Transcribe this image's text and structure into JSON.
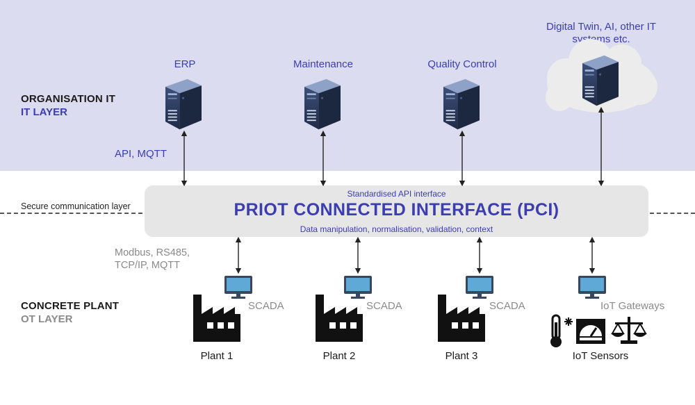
{
  "it_layer": {
    "title": "ORGANISATION IT",
    "subtitle": "IT LAYER",
    "protocols": "API, MQTT",
    "systems": [
      {
        "label": "ERP",
        "icon": "server-icon"
      },
      {
        "label": "Maintenance",
        "icon": "server-icon"
      },
      {
        "label": "Quality Control",
        "icon": "server-icon"
      },
      {
        "label_line1": "Digital Twin, AI, other IT",
        "label_line2": "systems etc.",
        "icon": "cloud-server-icon"
      }
    ]
  },
  "communication": {
    "secure_label": "Secure communication layer"
  },
  "pci": {
    "top_text": "Standardised API interface",
    "title": "PRIOT CONNECTED INTERFACE (PCI)",
    "bottom_text": "Data manipulation, normalisation, validation, context"
  },
  "ot_layer": {
    "title": "CONCRETE PLANT",
    "subtitle": "OT LAYER",
    "protocols_line1": "Modbus, RS485,",
    "protocols_line2": "TCP/IP, MQTT",
    "sites": [
      {
        "device": "SCADA",
        "label": "Plant 1",
        "icon": "factory-icon"
      },
      {
        "device": "SCADA",
        "label": "Plant 2",
        "icon": "factory-icon"
      },
      {
        "device": "SCADA",
        "label": "Plant 3",
        "icon": "factory-icon"
      },
      {
        "device": "IoT Gateways",
        "label": "IoT Sensors",
        "icon": "sensors-icon"
      }
    ]
  },
  "colors": {
    "it_band": "#dcdcf0",
    "accent": "#3b3db0",
    "muted": "#8a8a8a",
    "pci_box": "#e6e6e6",
    "server": "#2b3a5c"
  }
}
